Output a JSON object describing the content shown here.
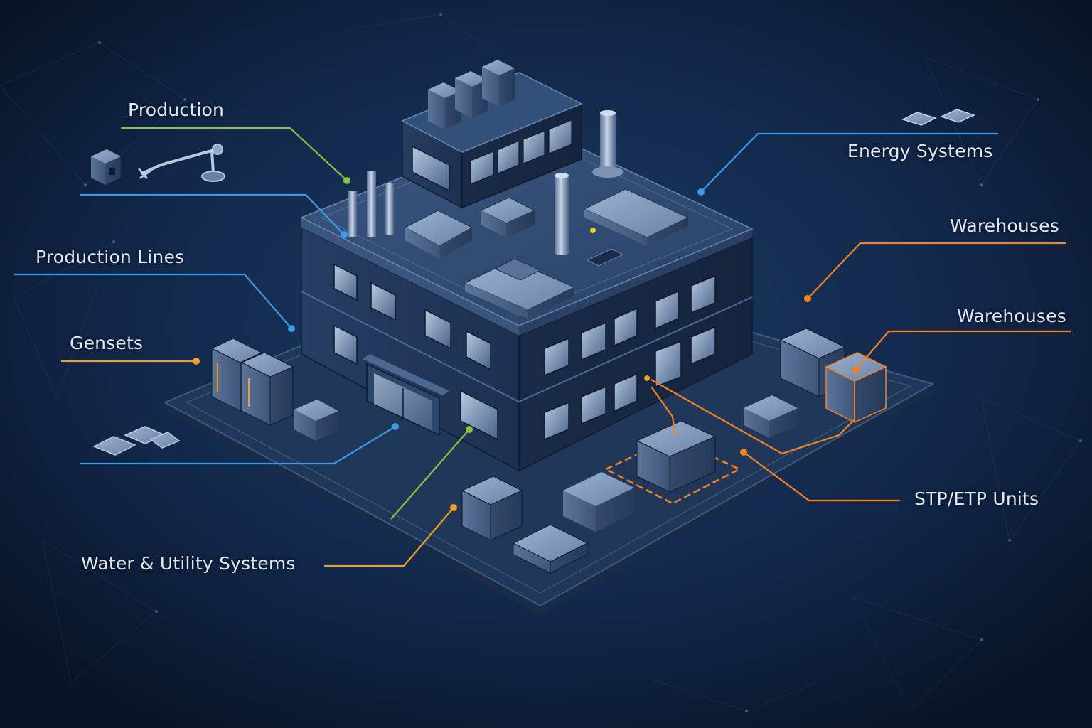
{
  "labels": {
    "production": "Production",
    "production_lines": "Production Lines",
    "gensets": "Gensets",
    "water_utility": "Water & Utility Systems",
    "energy_systems": "Energy Systems",
    "warehouses_1": "Warehouses",
    "warehouses_2": "Warehouses",
    "stp_etp": "STP/ETP Units"
  },
  "colors": {
    "background": "#0b1a30",
    "green": "#8ac43f",
    "blue": "#3a9be6",
    "orange": "#f58220",
    "amber": "#f0a020",
    "text": "#dfe7f2"
  },
  "icons": [
    "industrial-robot-arm-icon",
    "server-cabinet-icon",
    "vehicle-icon",
    "chip-icon"
  ]
}
